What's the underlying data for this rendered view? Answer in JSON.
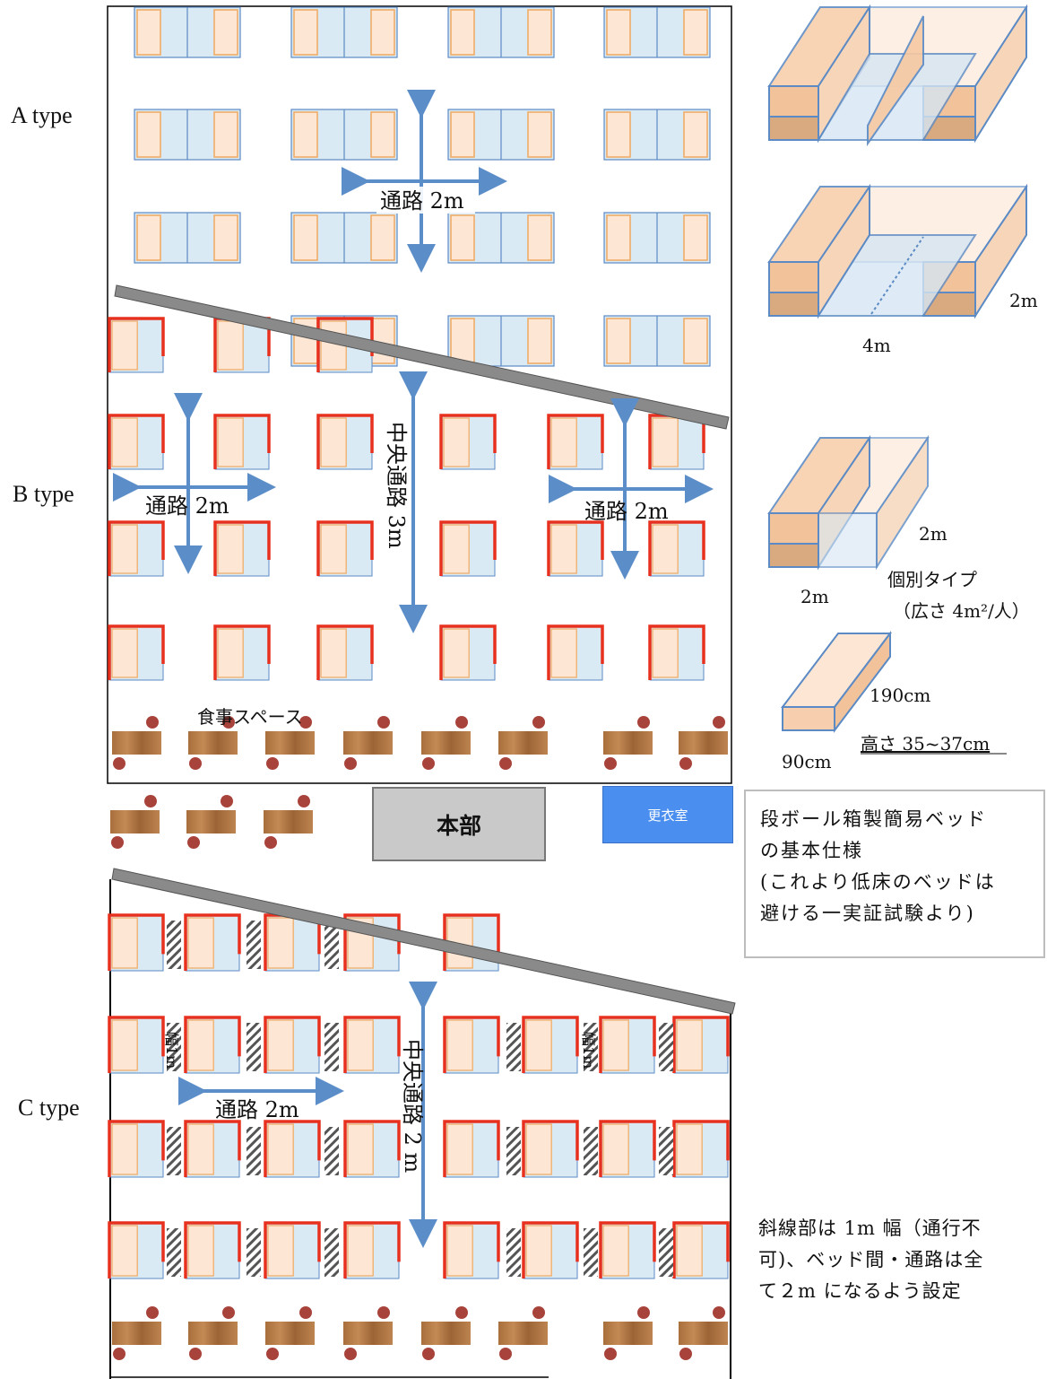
{
  "layouts": {
    "a_type": "A type",
    "b_type": "B type",
    "c_type": "C type"
  },
  "aisle_labels": {
    "a_aisle": "通路 2m",
    "b_aisle_left": "通路 2m",
    "b_aisle_right": "通路 2m",
    "b_central": "中央通路 3m",
    "c_aisle": "通路 2m",
    "c_central": "中央通路 2 m",
    "c_width_left": "幅1m",
    "c_width_right": "幅1m"
  },
  "areas": {
    "dining": "食事スペース",
    "headquarters": "本部",
    "dressing_room": "更衣室"
  },
  "bed_diagrams": {
    "dim_2m_right": "2m",
    "dim_4m": "4m",
    "dim_2m_a": "2m",
    "dim_2m_b": "2m",
    "individual_type": "個別タイプ",
    "area_per_person": "（広さ 4m²/人）",
    "dim_190cm": "190cm",
    "dim_90cm": "90cm",
    "height": "高さ 35~37cm"
  },
  "notes": {
    "spec_lines": [
      "段ボール箱製簡易ベッド",
      "の基本仕様",
      "(これより低床のベッドは",
      "避ける一実証試験より)"
    ],
    "hatch_lines": [
      "斜線部は 1m 幅（通行不",
      "可)、ベッド間・通路は全",
      "て２m になるよう設定"
    ]
  },
  "colors": {
    "bed_fill": "#fde6d3",
    "bed_outline_orange": "#f0a860",
    "partition_fill": "#daeaf4",
    "partition_outline": "#5b8ac4",
    "red_partition": "#e8301e",
    "arrow": "#5b8ec9",
    "wall": "#8a8a8a",
    "table": "#b07a45",
    "chair": "#a8433b",
    "dressing_room": "#4a8fef"
  }
}
